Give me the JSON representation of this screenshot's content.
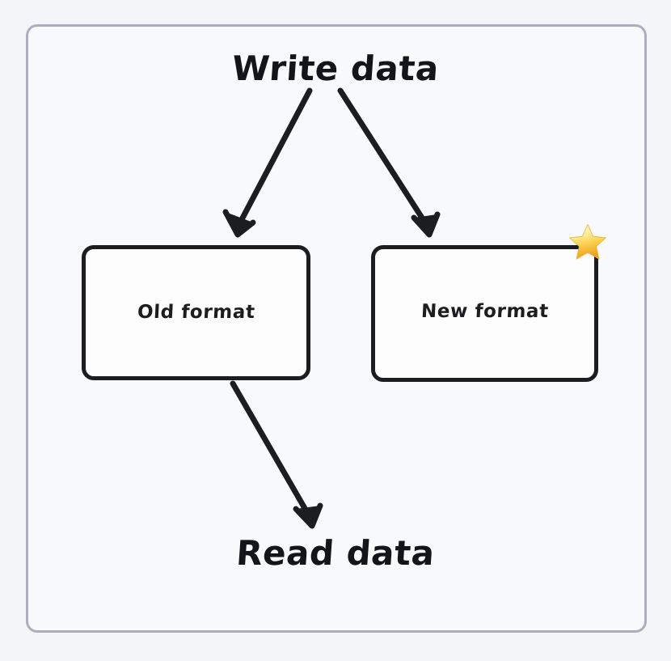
{
  "diagram": {
    "title_top": "Write data",
    "title_bottom": "Read data",
    "nodes": [
      {
        "id": "old-format",
        "label": "Old format"
      },
      {
        "id": "new-format",
        "label": "New format",
        "badge": "star-icon"
      }
    ],
    "edges": [
      {
        "from": "Write data",
        "to": "Old format"
      },
      {
        "from": "Write data",
        "to": "New format"
      },
      {
        "from": "Old format",
        "to": "Read data"
      }
    ],
    "colors": {
      "page_background": "#f3f5f8",
      "frame_background": "#f8f9fb",
      "frame_border": "#a9afbf",
      "ink": "#1b1d21",
      "star_light": "#fdf3b4",
      "star_mid": "#fbd34d",
      "star_deep": "#f0a826"
    }
  }
}
